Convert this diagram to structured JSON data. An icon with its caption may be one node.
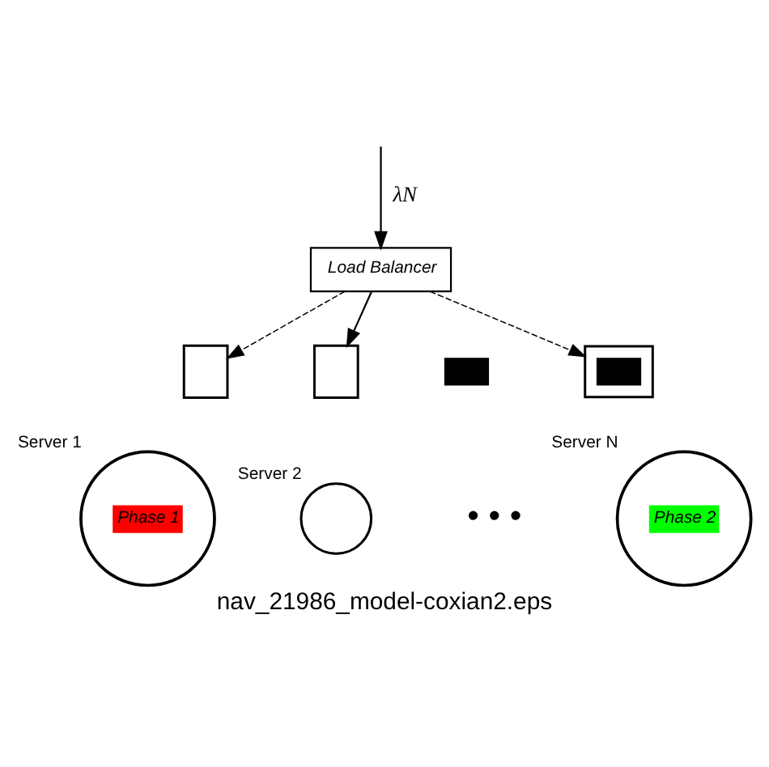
{
  "diagram": {
    "caption": "nav_21986_model-coxian2.eps",
    "nodes": [
      {
        "text": [
          "Load Balancer"
        ]
      },
      {
        "text": [],
        "shape": "box"
      },
      {
        "text": [],
        "shape": "box"
      },
      {
        "text": [],
        "shape": "box"
      },
      {
        "text": [],
        "shape": "box"
      },
      {
        "text": [],
        "shape": "box",
        "in": 4
      },
      {
        "text": [
          "Phase 1"
        ],
        "beside": [
          "Server 1"
        ]
      },
      {
        "text": [],
        "shape": "circle",
        "beside": [
          "Server 2"
        ]
      },
      {
        "text": [
          "Phase 2"
        ],
        "beside": [
          "Server N"
        ]
      }
    ],
    "edges": [
      {
        "from": null,
        "to": 0,
        "arrow": "to",
        "label": "λN"
      },
      {
        "from": 0,
        "to": 1,
        "arrow": "to",
        "style": "dashed"
      },
      {
        "from": 0,
        "to": 2,
        "arrow": "to"
      },
      {
        "from": 0,
        "to": 4,
        "arrow": "to",
        "style": "dashed"
      }
    ],
    "labels": [
      "• • •"
    ]
  }
}
